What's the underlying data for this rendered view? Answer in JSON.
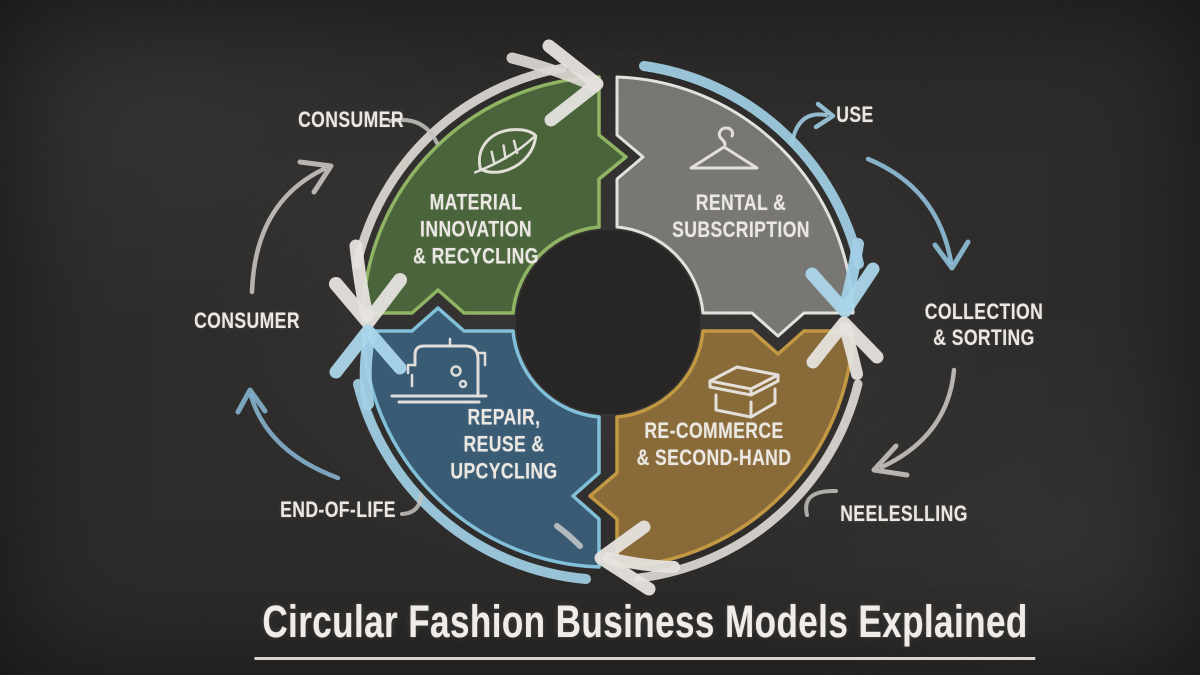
{
  "title": "Circular Fashion Business Models Explained",
  "wheel": {
    "segments": [
      {
        "id": "material-innovation-recycling",
        "label_lines": [
          "MATERIAL",
          "INNOVATION",
          "& RECYCLING"
        ],
        "icon": "leaf-icon",
        "fill": "#4b663b",
        "accent": "#8fb463"
      },
      {
        "id": "rental-subscription",
        "label_lines": [
          "RENTAL &",
          "SUBSCRIPTION"
        ],
        "icon": "hanger-icon",
        "fill": "#7b7a77",
        "accent": "#e3e1dd"
      },
      {
        "id": "recommerce-secondhand",
        "label_lines": [
          "RE-COMMERCE",
          "& SECOND-HAND"
        ],
        "icon": "box-icon",
        "fill": "#8c6c39",
        "accent": "#c39843"
      },
      {
        "id": "repair-reuse-upcycling",
        "label_lines": [
          "REPAIR,",
          "REUSE &",
          "UPCYCLING"
        ],
        "icon": "sewing-machine-icon",
        "fill": "#3a5d77",
        "accent": "#82c0da"
      }
    ]
  },
  "outer_labels": {
    "consumer_top": "CONSUMER",
    "use": "USE",
    "collection_line1": "COLLECTION",
    "collection_line2": "& SORTING",
    "reselling": "NEELESLLING",
    "end_of_life": "END-OF-LIFE",
    "consumer_left": "CONSUMER"
  },
  "colors": {
    "background": "#2e2c2b",
    "chalk_white": "#ebe8e3",
    "ring_white": "#dcd9d4",
    "ring_blue": "#a2d0e6",
    "thin_white": "#c6c3bf",
    "thin_blue": "#85b3cd"
  }
}
